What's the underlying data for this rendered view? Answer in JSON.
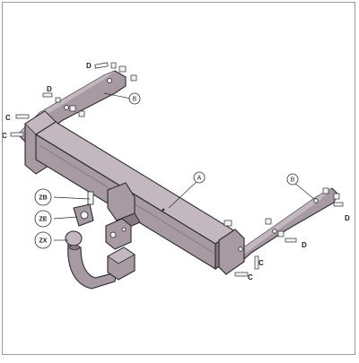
{
  "labels": {
    "A": "A",
    "B": "B",
    "C": "C",
    "D": "D",
    "ZB": "ZB",
    "ZE": "ZE",
    "ZX": "ZX"
  },
  "colors": {
    "metal_fill": "#a79aa3",
    "metal_dark": "#877a84",
    "metal_light": "#c3b8bf",
    "outline": "#2b2b2b",
    "hardware": "#f2f2f2",
    "badge_fill": "#ffffff"
  }
}
